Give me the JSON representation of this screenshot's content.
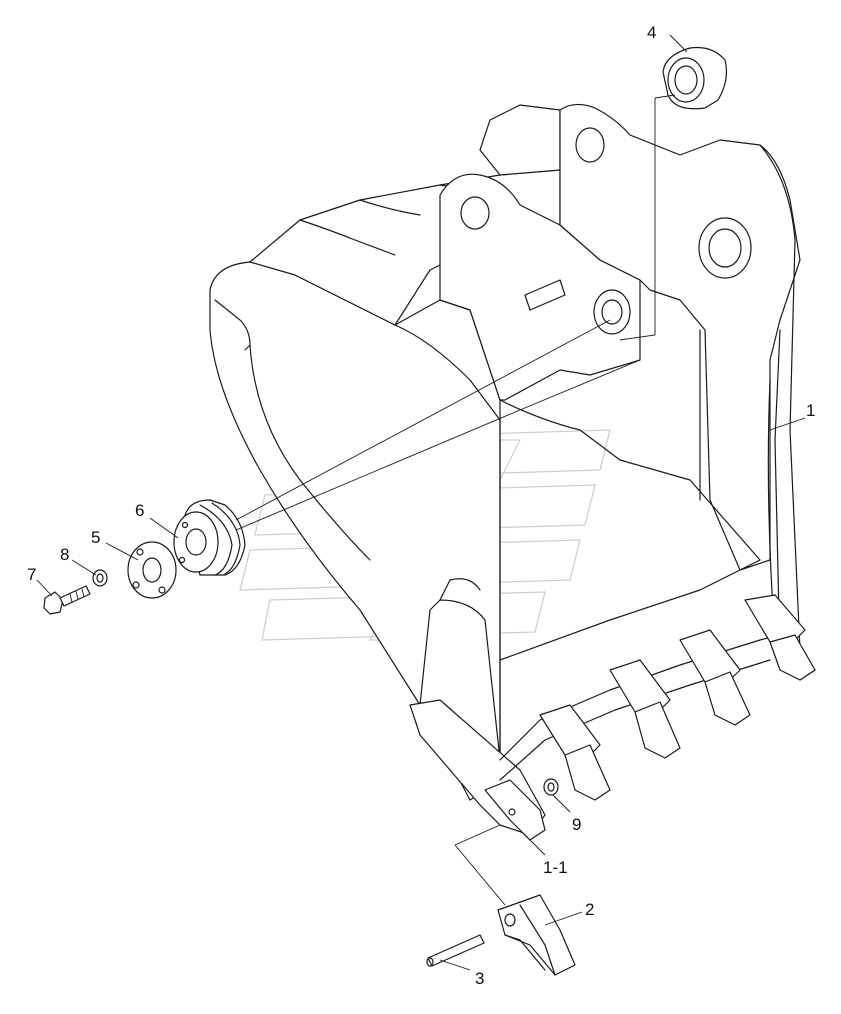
{
  "diagram": {
    "callouts": [
      {
        "id": "c1",
        "text": "1"
      },
      {
        "id": "c1-1",
        "text": "1-1"
      },
      {
        "id": "c2",
        "text": "2"
      },
      {
        "id": "c3",
        "text": "3"
      },
      {
        "id": "c4",
        "text": "4"
      },
      {
        "id": "c5",
        "text": "5"
      },
      {
        "id": "c6",
        "text": "6"
      },
      {
        "id": "c7",
        "text": "7"
      },
      {
        "id": "c8",
        "text": "8"
      },
      {
        "id": "c9",
        "text": "9"
      }
    ],
    "colors": {
      "line": "#1a1a1a",
      "watermark": "#cfcfcf",
      "background": "#ffffff"
    }
  }
}
